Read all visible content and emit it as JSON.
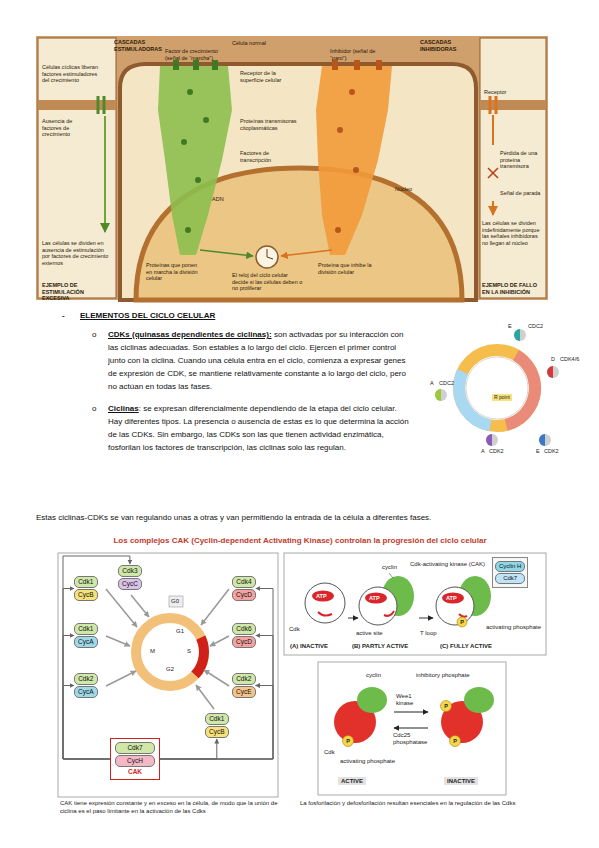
{
  "diagram": {
    "title": "Los complejos CAK (Cyclin-dependent Activating Kinase) controlan la progresión del ciclo celular",
    "nodes": [
      {
        "text": [
          "R point"
        ]
      },
      {
        "text": [
          "Cdk3",
          "CycC"
        ]
      },
      {
        "text": [
          "Cdk1",
          "CycB"
        ]
      },
      {
        "text": [
          "Cdk4",
          "CycD"
        ]
      },
      {
        "text": [
          "Cdk1",
          "CycA"
        ]
      },
      {
        "text": [
          "Cdk6",
          "CycD"
        ]
      },
      {
        "text": [
          "Cdk2",
          "CycA"
        ]
      },
      {
        "text": [
          "Cdk2",
          "CycE"
        ]
      },
      {
        "text": [
          "Cdk1",
          "CycB"
        ]
      },
      {
        "text": [
          "Cdk7",
          "CycH",
          "CAK"
        ]
      },
      {
        "text": [
          "Cyclin H",
          "Cdk7"
        ]
      }
    ],
    "edges": [
      {
        "from": 9,
        "to": 1,
        "arrow": "to"
      },
      {
        "from": 9,
        "to": 2,
        "arrow": "to"
      },
      {
        "from": 9,
        "to": 3,
        "arrow": "to"
      },
      {
        "from": 9,
        "to": 4,
        "arrow": "to"
      },
      {
        "from": 9,
        "to": 5,
        "arrow": "to"
      },
      {
        "from": 9,
        "to": 6,
        "arrow": "to"
      },
      {
        "from": 9,
        "to": 7,
        "arrow": "to"
      },
      {
        "from": 9,
        "to": 8,
        "arrow": "to"
      }
    ],
    "labels": [
      "CASCADAS ESTIMULADORAS",
      "Célula normal",
      "CASCADAS INHIBIDORAS",
      "Factor de crecimiento (señal de “marcha”)",
      "Inhibidor (señal de “paro”)",
      "Células cíclicas liberan factores estimuladores del crecimiento",
      "Receptor de la superficie celular",
      "Receptor",
      "Ausencia de factores de crecimiento",
      "Proteínas transmisoras citoplasmáticas",
      "Pérdida de una proteína transmisora",
      "Factores de transcripción",
      "Núcleo",
      "ADN",
      "Señal de parada",
      "Proteínas que ponen en marcha la división celular",
      "Proteína que inhibe la división celular",
      "Las células se dividen en ausencia de estimulación por factores de crecimiento externos",
      "Las células se dividen indefinidamente porque las señales inhibidoras no llegan al núcleo",
      "El reloj del ciclo celular decide si las células deben o no proliferar",
      "EJEMPLO DE ESTIMULACIÓN EXCESIVA",
      "EJEMPLO DE FALLO EN LA INHIBICIÓN",
      "-",
      "ELEMENTOS DEL CICLO CELULAR",
      "o",
      "CDKs (quinasas dependientes de ciclinas):",
      "son activadas por su interacción con las ciclinas adecuadas. Son estables a lo largo del ciclo. Ejercen el primer control junto con la ciclina. Cuando una célula entra en el ciclo, comienza a expresar genes de expresión de CDK, se mantiene relativamente constante a lo largo del ciclo, pero no actúan en todas las fases.",
      "o",
      "Ciclinas",
      ": se expresan diferencialmente dependiendo de la etapa del ciclo celular. Hay diferentes tipos. La presencia o ausencia de estas es lo que determina la acción de las CDKs. Sin embargo, las CDKs son las que tienen actividad enzimática, fosforilan los factores de transcripción, las ciclinas solo las regulan.",
      "Estas ciclinas-CDKs se van regulando unas a otras y van permitiendo la entrada de la célula a diferentes fases.",
      "E",
      "CDC2",
      "D",
      "CDK4/6",
      "A",
      "CDC2",
      "A",
      "CDK2",
      "E",
      "CDK2",
      "G0",
      "G1",
      "S",
      "G2",
      "M",
      "CAK tiene expresión constante y en exceso en la célula, de modo que la unión de ciclina es el paso limitante en la activación de las Cdks",
      "cyclin",
      "Cdk-activating kinase (CAK)",
      "ATP",
      "ATP",
      "ATP",
      "Cdk",
      "active site",
      "T loop",
      "P",
      "activating phosphate",
      "(A) INACTIVE",
      "(B) PARTLY ACTIVE",
      "(C) FULLY ACTIVE",
      "cyclin",
      "inhibitory phosphate",
      "Wee1 kinase",
      "Cdc25 phosphatase",
      "P",
      "P",
      "P",
      "Cdk",
      "activating phosphate",
      "ACTIVE",
      "INACTIVE",
      "La fosforilación y defosforilación resultan esenciales en la regulación de las Cdks"
    ]
  }
}
